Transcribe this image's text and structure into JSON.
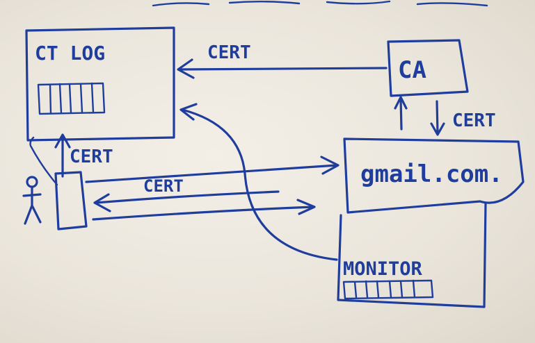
{
  "boxes": {
    "ct_log": "CT LOG",
    "ca": "CA",
    "domain": "gmail.com.",
    "monitor": "MONITOR"
  },
  "labels": {
    "cert_ca_to_log": "CERT",
    "cert_ca_to_domain": "CERT",
    "cert_user_to_log": "CERT",
    "cert_domain_to_user": "CERT"
  },
  "colors": {
    "ink": "#1f3d9c",
    "whiteboard": "#ebe6dc"
  }
}
